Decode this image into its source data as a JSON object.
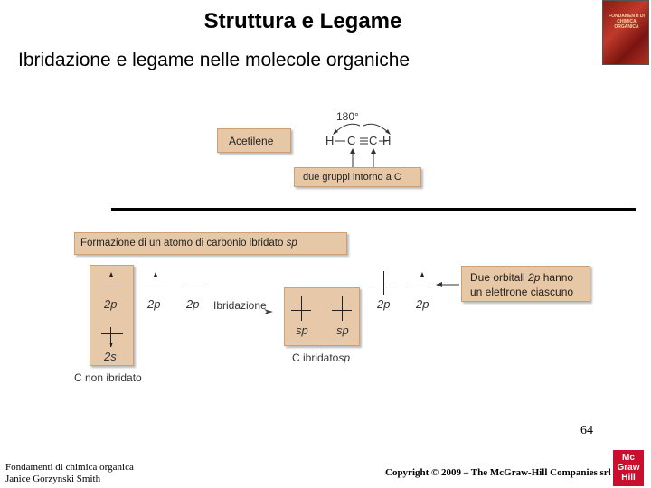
{
  "slide": {
    "title": "Struttura e Legame",
    "subtitle": "Ibridazione e legame nelle molecole organiche"
  },
  "book_cover": {
    "text": "FONDAMENTI DI CHIMICA ORGANICA"
  },
  "acetylene_figure": {
    "name_label": "Acetilene",
    "angle_label": "180°",
    "molecule": {
      "h_left": "H",
      "c1": "C",
      "c2": "C",
      "h_right": "H"
    },
    "callout": "due gruppi intorno a C"
  },
  "hybridization_figure": {
    "header_prefix": "Formazione di un atomo di carbonio ibridato ",
    "header_sp": "sp",
    "unhybridized": {
      "orbitals": [
        "2p",
        "2p",
        "2p",
        "2s"
      ],
      "caption": "C non ibridato"
    },
    "process_label": "Ibridazione",
    "hybridized": {
      "sp_orbitals": [
        "sp",
        "sp"
      ],
      "p_orbitals": [
        "2p",
        "2p"
      ],
      "caption_prefix": "C ibridato",
      "caption_sp": "sp"
    },
    "note": {
      "line1_prefix": "Due orbitali ",
      "line1_2p": "2p",
      "line1_suffix": " hanno",
      "line2": "un elettrone ciascuno"
    }
  },
  "footer": {
    "book_title": "Fondamenti di chimica organica",
    "author": "Janice Gorzynski Smith",
    "page_number": "64",
    "copyright": "Copyright © 2009 – The McGraw-Hill Companies srl",
    "logo_lines": [
      "Mc",
      "Graw",
      "Hill"
    ]
  }
}
